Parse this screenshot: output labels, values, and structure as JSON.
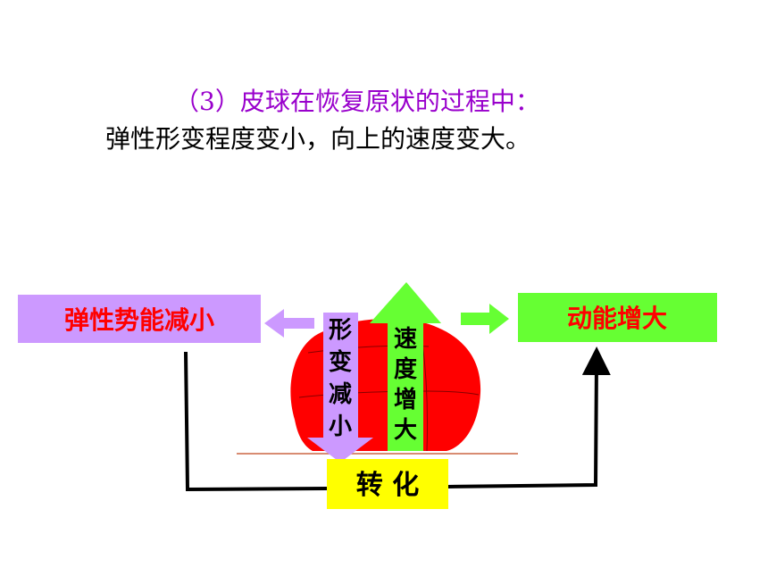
{
  "heading": "（3）皮球在恢复原状的过程中：",
  "subheading": "弹性形变程度变小，向上的速度变大。",
  "diagram": {
    "elastic_box": {
      "label": "弹性势能减小",
      "fill": "#cc99ff",
      "text_color": "#ff0000"
    },
    "kinetic_box": {
      "label": "动能增大",
      "fill": "#66ff33",
      "text_color": "#ff0000"
    },
    "convert_box": {
      "label": "转 化",
      "fill": "#ffff00",
      "text_color": "#000000"
    },
    "down_arrow": {
      "chars": [
        "形",
        "变",
        "减",
        "小"
      ],
      "fill": "#cc99ff"
    },
    "up_arrow": {
      "chars": [
        "速",
        "度",
        "增",
        "大"
      ],
      "fill": "#66ff33"
    },
    "ball_color": "#ff0000",
    "ground_color": "#cc6644",
    "left_arrow_color": "#cc99ff",
    "right_arrow_color": "#66ff33"
  }
}
